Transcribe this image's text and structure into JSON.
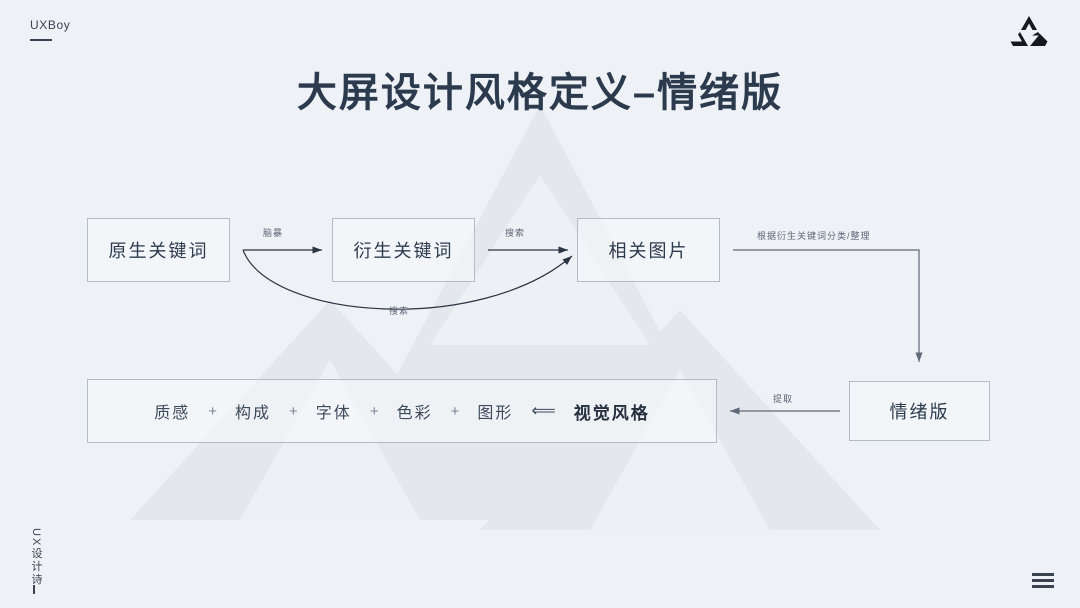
{
  "brand": {
    "name": "UXBoy",
    "logo_icon": "triangle-triskelion-icon"
  },
  "title": "大屏设计风格定义–情绪版",
  "colors": {
    "background": "#eef1f5",
    "title": "#2c3a4e",
    "node_border": "#b3bbc6",
    "node_text": "#2c3a4e",
    "edge_label": "#5c6676",
    "watermark": "#e3e7ec"
  },
  "diagram": {
    "nodes": [
      {
        "id": "native-keywords",
        "label": "原生关键词"
      },
      {
        "id": "derived-keywords",
        "label": "衍生关键词"
      },
      {
        "id": "related-images",
        "label": "相关图片"
      },
      {
        "id": "mood-board",
        "label": "情绪版"
      }
    ],
    "edges": [
      {
        "id": "brainstorm",
        "label": "脑暴",
        "from": "native-keywords",
        "to": "derived-keywords"
      },
      {
        "id": "search-1",
        "label": "搜索",
        "from": "derived-keywords",
        "to": "related-images"
      },
      {
        "id": "search-2",
        "label": "搜索",
        "from": "native-keywords",
        "to": "related-images"
      },
      {
        "id": "classify",
        "label": "根据衍生关键词分类/整理",
        "from": "related-images",
        "to": "mood-board"
      },
      {
        "id": "extract",
        "label": "提取",
        "from": "mood-board",
        "to": "visual-style"
      }
    ],
    "elements_box": {
      "terms": [
        "质感",
        "构成",
        "字体",
        "色彩",
        "图形"
      ],
      "separator": "+",
      "arrow": "⟸",
      "result": "视觉风格"
    }
  },
  "footer": {
    "vertical_text": "UX设计诗",
    "menu_icon": "hamburger-menu-icon"
  }
}
